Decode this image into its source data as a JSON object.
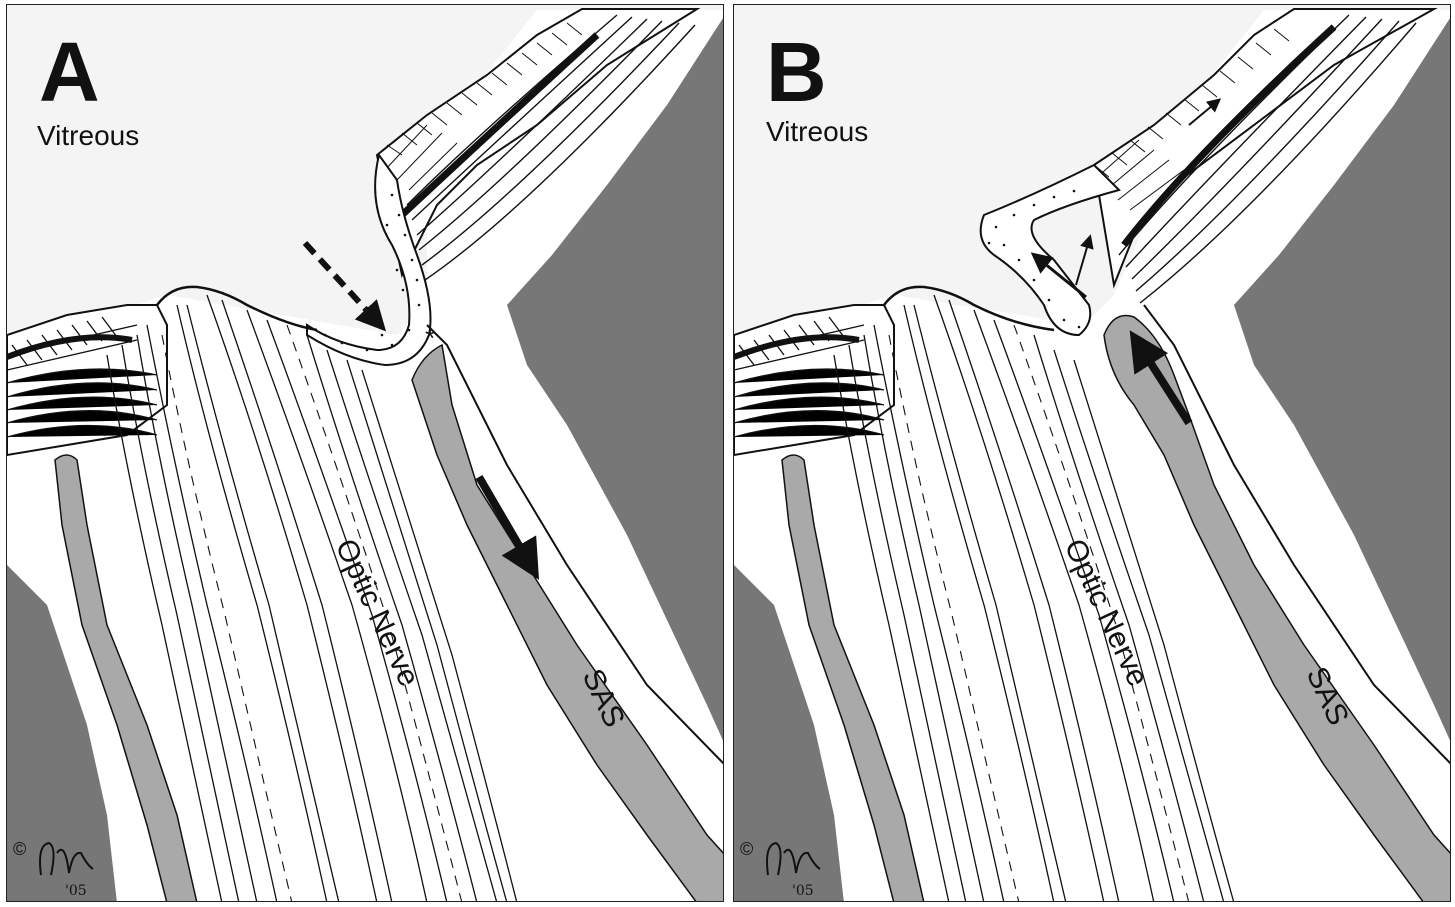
{
  "panels": [
    {
      "letter": "A",
      "vitreous_label": "Vitreous",
      "nerve_label": "Optic Nerve",
      "sas_label": "SAS",
      "asterisk": "*",
      "copyright": "©",
      "year": "'05"
    },
    {
      "letter": "B",
      "vitreous_label": "Vitreous",
      "nerve_label": "Optic Nerve",
      "sas_label": "SAS",
      "copyright": "©",
      "year": "'05"
    }
  ],
  "colors": {
    "gray_dark": "#777777",
    "gray_light": "#a9a9a9",
    "line": "#111111",
    "background": "#ffffff",
    "vitreous_bg": "#f3f3f3"
  },
  "icons": [
    "signature-icon"
  ]
}
